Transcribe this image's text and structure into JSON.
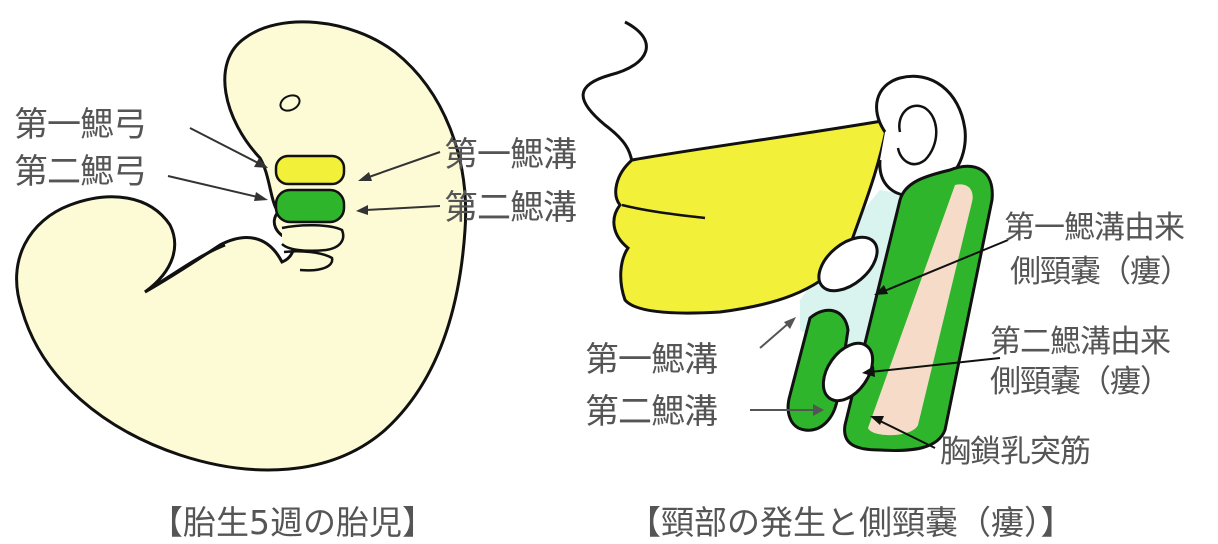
{
  "left_panel": {
    "labels": {
      "first_arch": "第一鰓弓",
      "second_arch": "第二鰓弓",
      "first_groove": "第一鰓溝",
      "second_groove": "第二鰓溝"
    },
    "caption": "【胎生5週の胎児】"
  },
  "right_panel": {
    "labels": {
      "first_groove": "第一鰓溝",
      "second_groove": "第二鰓溝",
      "first_cyst_line1": "第一鰓溝由来",
      "first_cyst_line2": "側頸嚢（瘻）",
      "second_cyst_line1": "第二鰓溝由来",
      "second_cyst_line2": "側頸嚢（瘻）",
      "muscle": "胸鎖乳突筋"
    },
    "caption": "【頸部の発生と側頸嚢（瘻）】"
  },
  "colors": {
    "embryo_fill": "#fdfbd6",
    "first_arch": "#f3f03a",
    "second_arch": "#2fb52c",
    "muscle_stripe": "#f6dcc8",
    "neck_light": "#d9f3ef",
    "outline": "#111111"
  }
}
